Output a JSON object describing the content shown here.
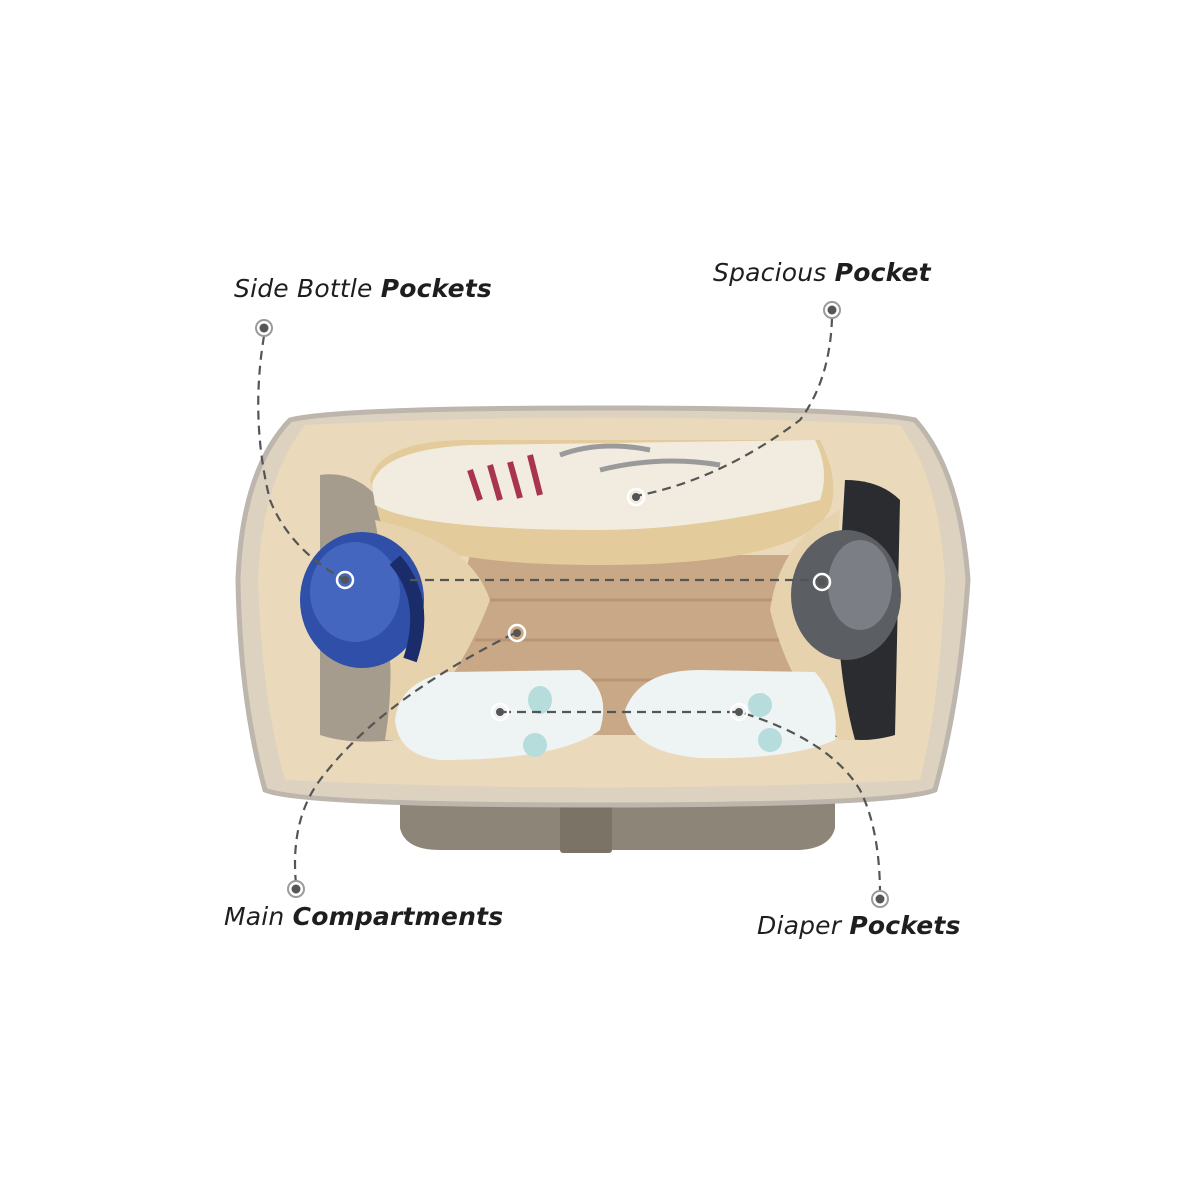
{
  "infographic": {
    "subject": "Diaper bag interior",
    "callouts": [
      {
        "id": "side-bottle",
        "text_regular": "Side Bottle ",
        "text_bold": "Pockets"
      },
      {
        "id": "spacious",
        "text_regular": "Spacious ",
        "text_bold": "Pocket"
      },
      {
        "id": "main",
        "text_regular": "Main ",
        "text_bold": "Compartments"
      },
      {
        "id": "diaper",
        "text_regular": "Diaper ",
        "text_bold": "Pockets"
      }
    ],
    "colors": {
      "background": "#ffffff",
      "text": "#1e1e1e",
      "leader_line": "#555555",
      "bag_lining": "#e8d6b4",
      "bag_floor": "#c9a887",
      "bag_shell": "#8a8274",
      "blue_bottle": "#2f4fa8",
      "grey_bottle": "#5b5e63"
    }
  }
}
